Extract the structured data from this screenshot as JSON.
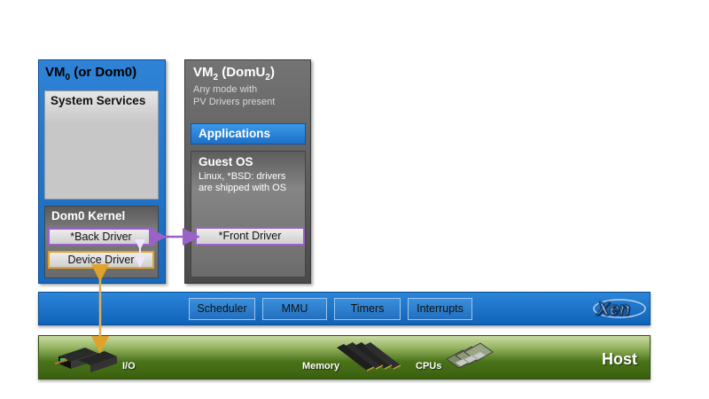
{
  "vm0": {
    "title_main": "VM",
    "title_sub": "0",
    "title_rest": " (or Dom0)",
    "system_services": "System Services",
    "kernel_label": "Dom0 Kernel",
    "back_driver": "*Back Driver",
    "device_driver": "Device Driver"
  },
  "vm2": {
    "title_main": "VM",
    "title_sub": "2",
    "title_mid": " (DomU",
    "title_sub2": "2",
    "title_end": ")",
    "subtitle_line1": "Any mode with",
    "subtitle_line2": "PV Drivers present",
    "applications": "Applications",
    "guest_os": "Guest OS",
    "guest_os_desc_line1": "Linux, *BSD: drivers",
    "guest_os_desc_line2": "are shipped with OS",
    "front_driver": "*Front Driver"
  },
  "hypervisor": {
    "components": [
      "Scheduler",
      "MMU",
      "Timers",
      "Interrupts"
    ],
    "logo": "Xen"
  },
  "host": {
    "label": "Host",
    "io": "I/O",
    "memory": "Memory",
    "cpus": "CPUs"
  },
  "colors": {
    "vm0_blue": "#1869bd",
    "vm2_gray": "#4a4a4a",
    "pv_link": "#9a62c9",
    "device_link": "#e0a32a",
    "host_green": "#4a7219"
  }
}
